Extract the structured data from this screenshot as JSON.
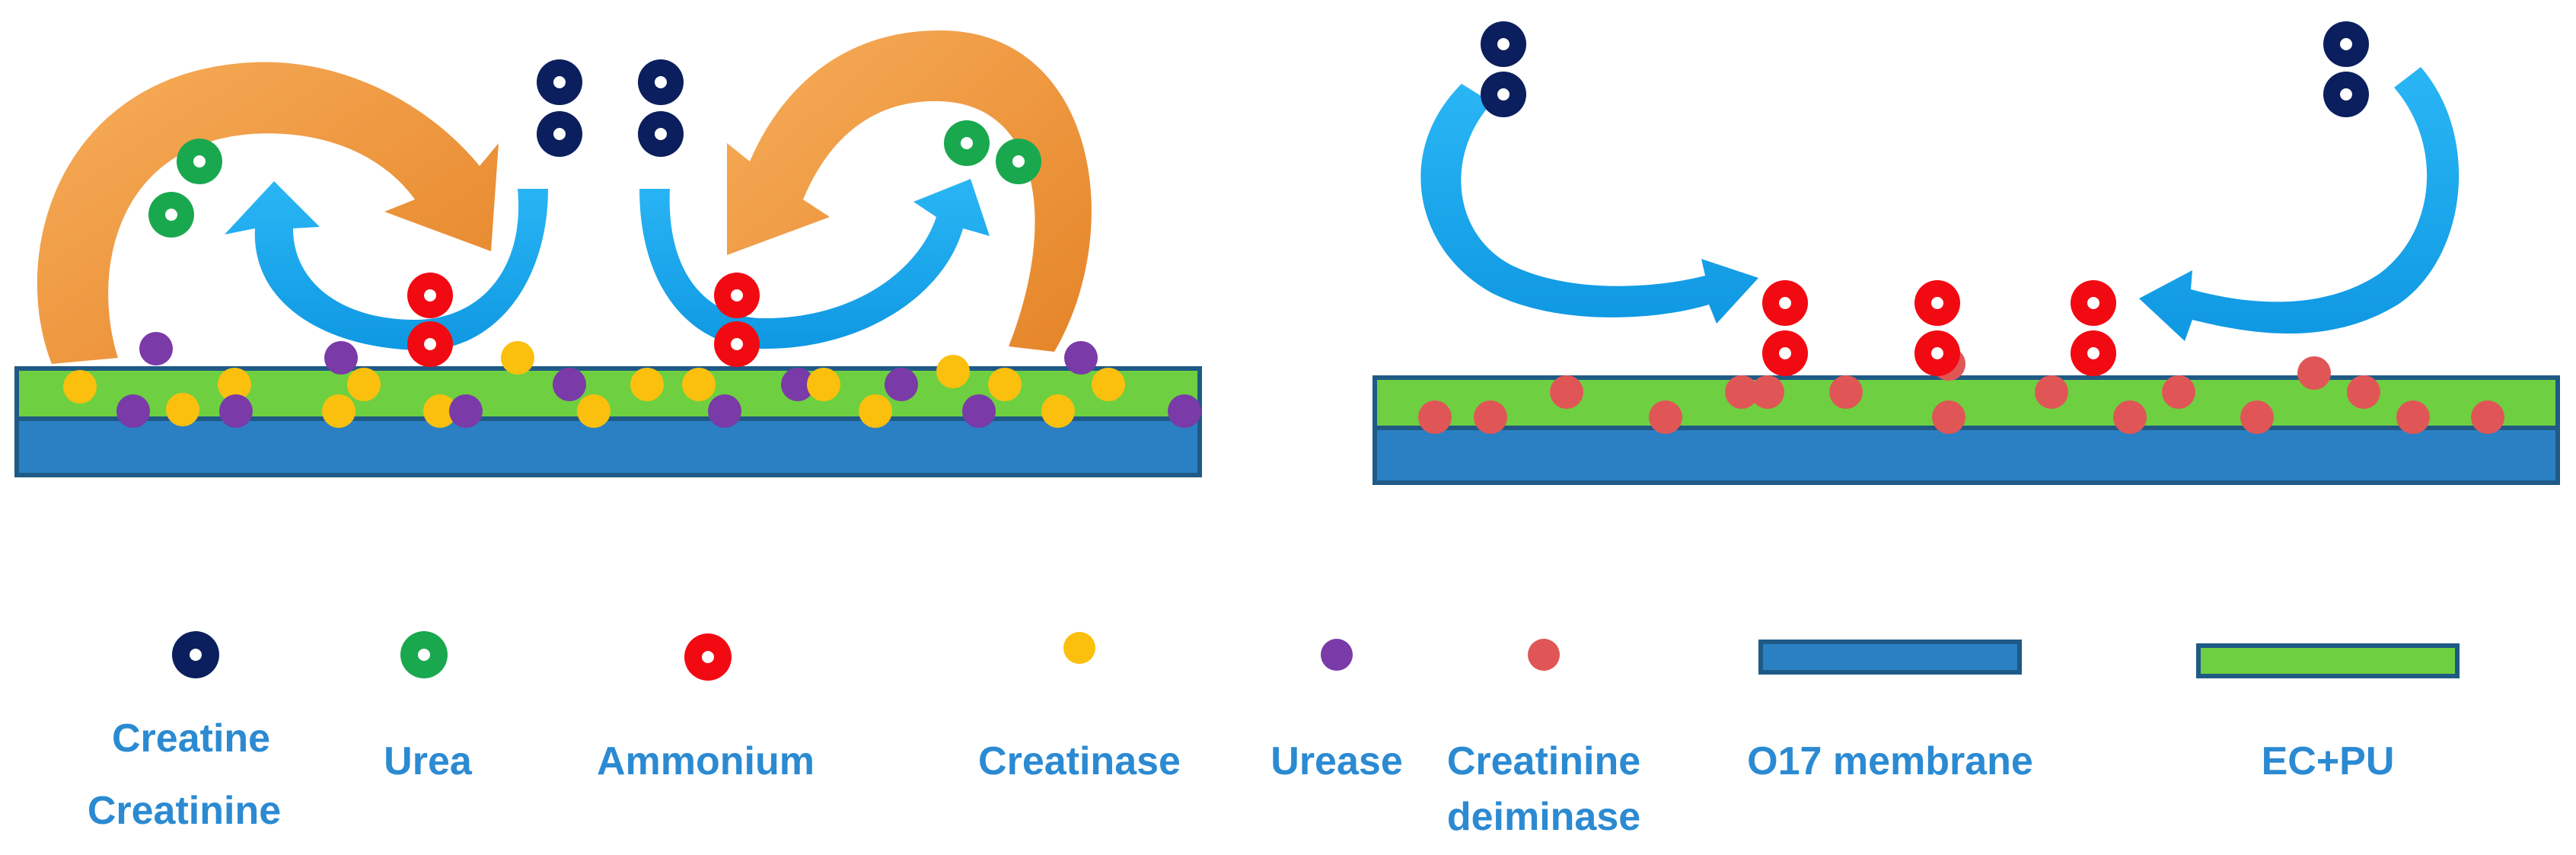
{
  "colors": {
    "creatine_creatinine": "#0b1f5e",
    "urea": "#1aa84f",
    "ammonium": "#f20a12",
    "creatinase": "#fbbf0e",
    "urease": "#7a3aa8",
    "creatinine_deiminase": "#e05656",
    "o17_membrane": "#2a80c2",
    "ec_pu": "#6ed040",
    "outline": "#1f5a86",
    "orange_arrow": "#f59a3c",
    "blue_arrow": "#1eaaf0",
    "label_text": "#2b8ad2"
  },
  "icons": [
    "double-ring-molecule-icon",
    "curved-arrow-icon"
  ],
  "legend": {
    "creatine_line1": "Creatine",
    "creatine_line2": "Creatinine",
    "urea": "Urea",
    "ammonium": "Ammonium",
    "creatinase": "Creatinase",
    "urease": "Urease",
    "deiminase_line1": "Creatinine",
    "deiminase_line2": "deiminase",
    "o17": "O17 membrane",
    "ecpu": "EC+PU"
  }
}
